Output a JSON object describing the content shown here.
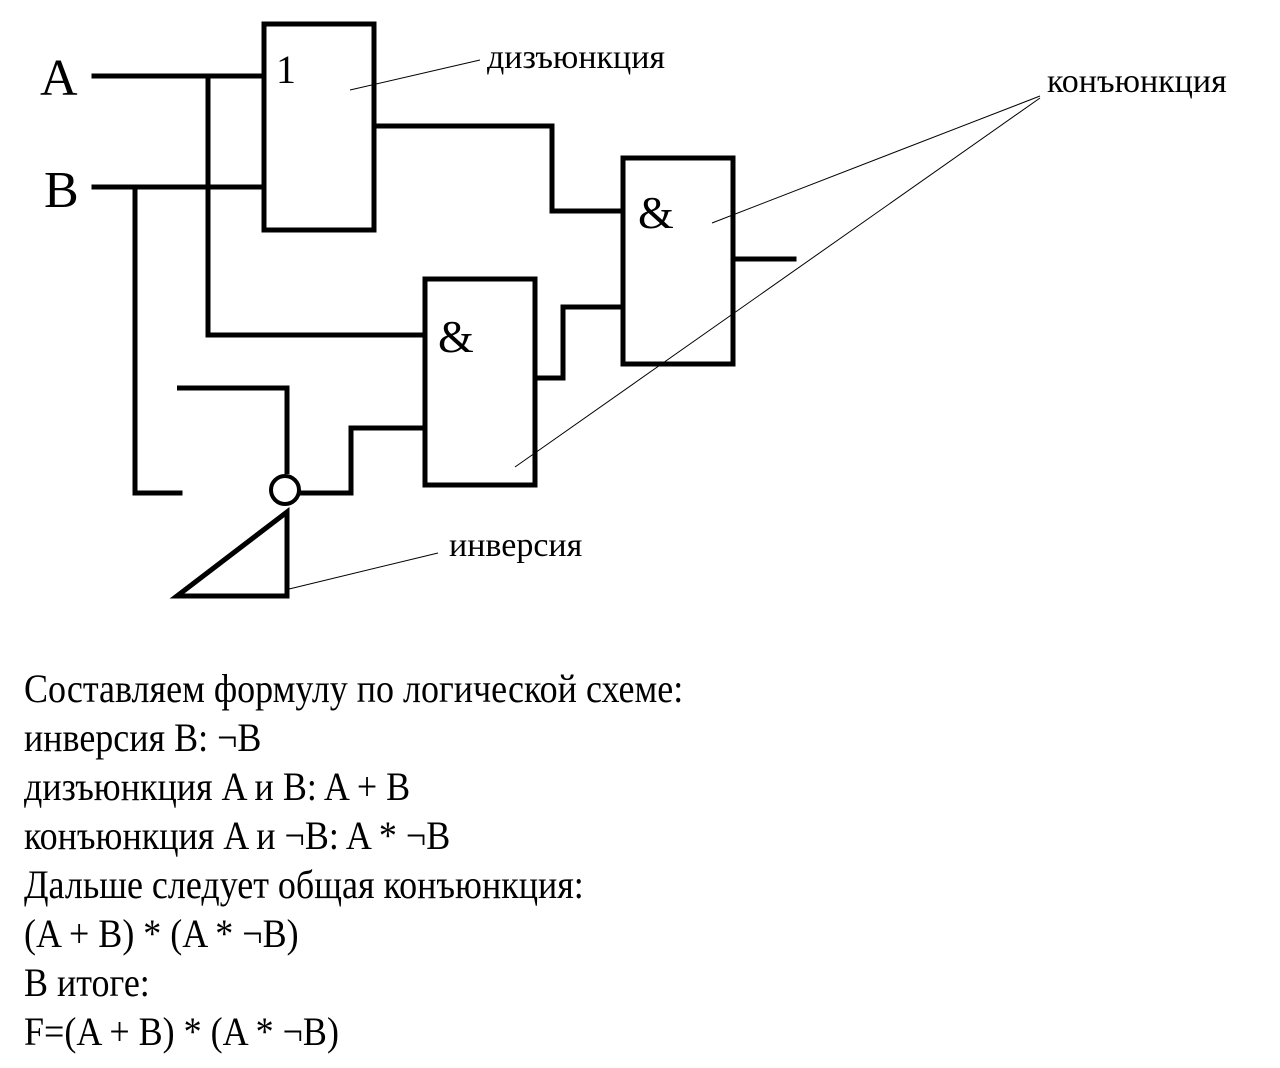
{
  "diagram": {
    "inputs": [
      {
        "id": "A",
        "label": "A"
      },
      {
        "id": "B",
        "label": "B"
      }
    ],
    "gates": [
      {
        "id": "or",
        "symbol": "1",
        "function": "disjunction"
      },
      {
        "id": "and1",
        "symbol": "&",
        "function": "conjunction"
      },
      {
        "id": "and2",
        "symbol": "&",
        "function": "conjunction"
      },
      {
        "id": "not",
        "symbol": "",
        "function": "inversion"
      }
    ],
    "callouts": {
      "disjunction": "дизъюнкция",
      "conjunction": "конъюнкция",
      "inversion": "инверсия"
    }
  },
  "explanation": {
    "lines": [
      "Составляем формулу по логической схеме:",
      "инверсия B: ¬B",
      "дизъюнкция A и B: A + B",
      "конъюнкция A и ¬B: A * ¬B",
      "Дальше следует общая конъюнкция:",
      "(A + B) * (A * ¬B)",
      "В итоге:",
      "F=(A + B) * (A * ¬B)"
    ]
  }
}
